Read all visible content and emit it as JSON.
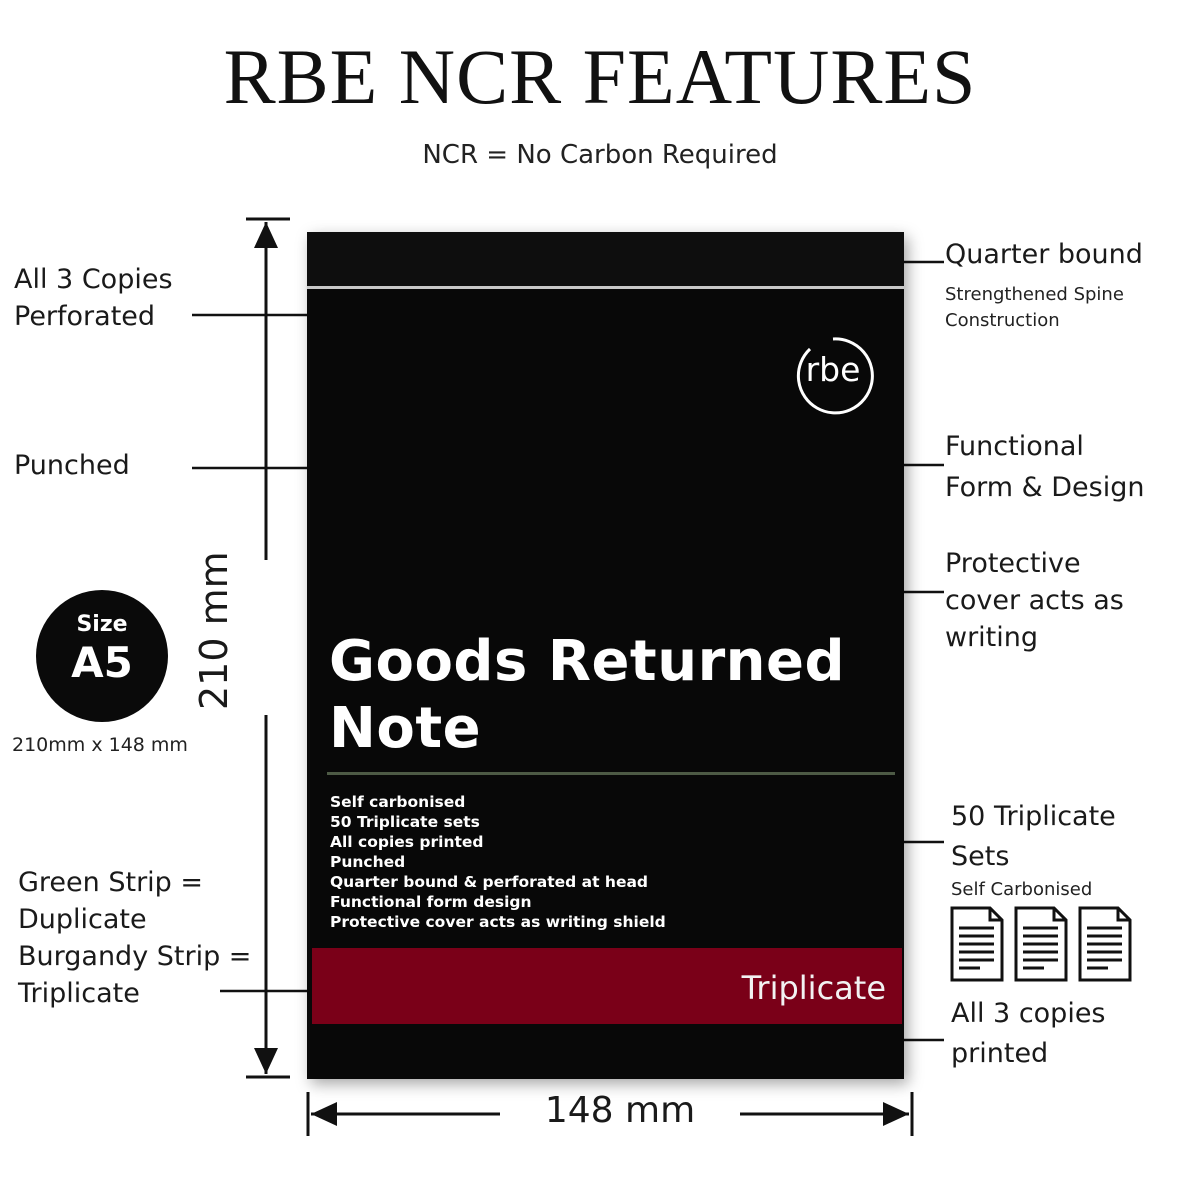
{
  "header": {
    "title": "RBE NCR FEATURES",
    "subtitle": "NCR = No Carbon Required"
  },
  "left_labels": {
    "perforated": [
      "All 3 Copies",
      "Perforated"
    ],
    "punched": "Punched",
    "strips": [
      "Green Strip =",
      "Duplicate",
      "Burgandy Strip =",
      "Triplicate"
    ]
  },
  "size_badge": {
    "word": "Size",
    "value": "A5",
    "dimensions": "210mm x 148 mm"
  },
  "dimensions": {
    "height": "210 mm",
    "width": "148 mm"
  },
  "right_labels": {
    "quarter_bound": "Quarter bound",
    "quarter_bound_sub": [
      "Strengthened Spine",
      "Construction"
    ],
    "functional": [
      "Functional",
      "Form & Design"
    ],
    "protective": [
      "Protective",
      "cover acts as",
      "writing"
    ],
    "triplicate_sets": [
      "50 Triplicate",
      "Sets"
    ],
    "self_carbonised": "Self Carbonised",
    "copies_printed": [
      "All 3 copies",
      "printed"
    ]
  },
  "book": {
    "logo": "rbe",
    "title_lines": [
      "Goods Returned",
      "Note"
    ],
    "features": [
      "Self carbonised",
      "50 Triplicate sets",
      "All copies printed",
      "Punched",
      "Quarter bound & perforated at head",
      "Functional form design",
      "Protective cover acts as writing shield"
    ],
    "strip_label": "Triplicate",
    "strip_color": "#7a0018",
    "cover_color": "#080808"
  },
  "icons": [
    "document-icon",
    "document-icon",
    "document-icon"
  ]
}
